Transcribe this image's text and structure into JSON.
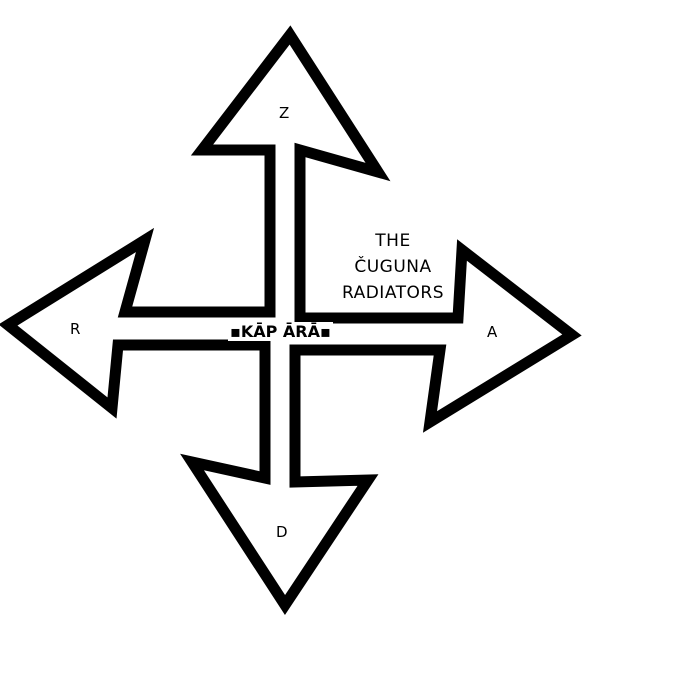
{
  "directions": {
    "up": "Z",
    "left": "R",
    "right": "A",
    "down": "D"
  },
  "band": {
    "line1": "THE",
    "line2": "ČUGUNA",
    "line3": "RADIATORS"
  },
  "album": "▪KĀP ĀRĀ▪",
  "colors": {
    "ink": "#000000",
    "paper": "#ffffff"
  }
}
